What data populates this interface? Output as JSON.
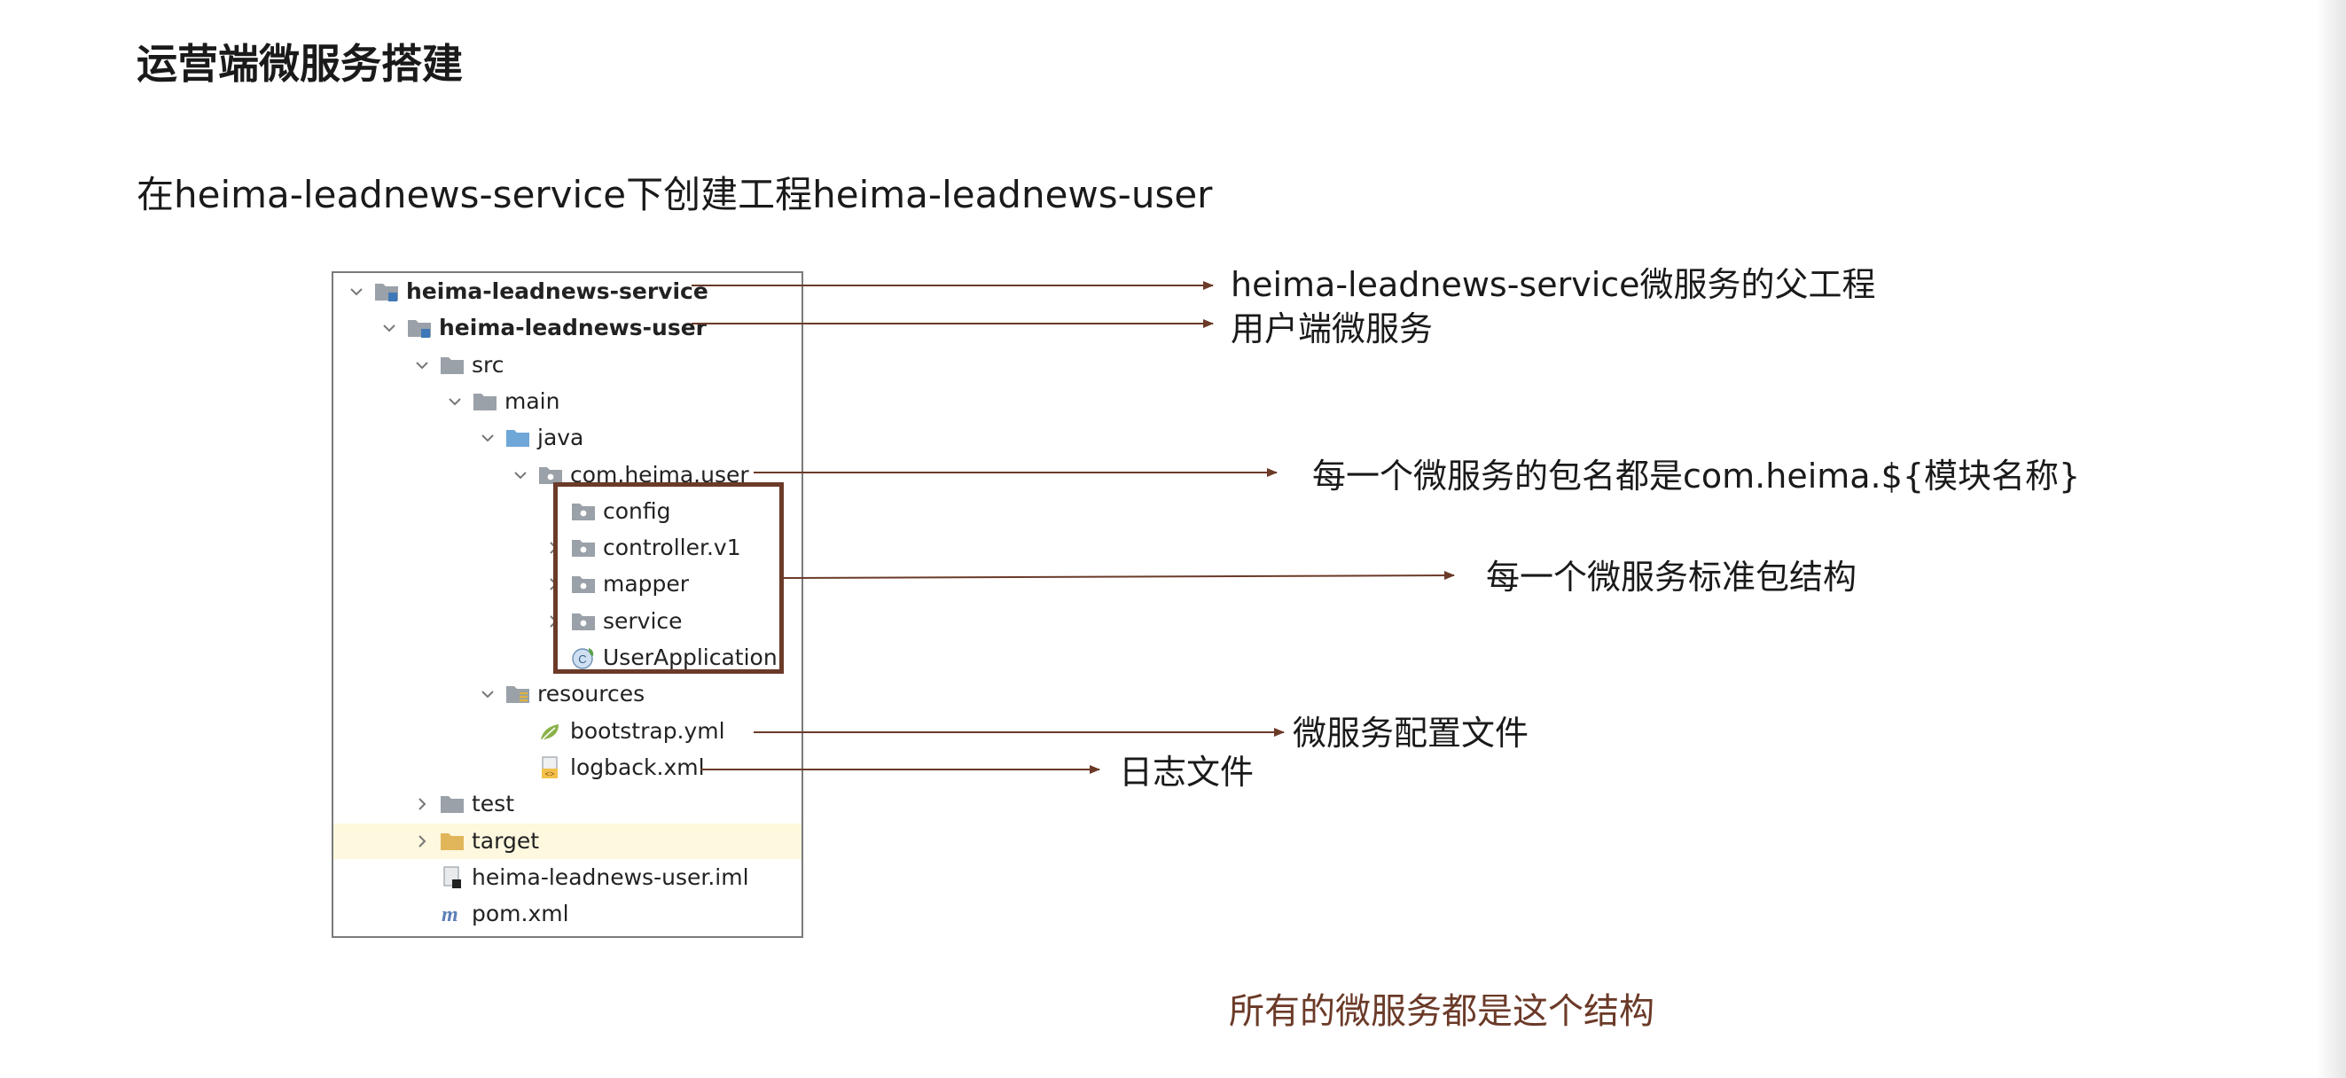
{
  "slide": {
    "title": "运营端微服务搭建",
    "subtitle": "在heima-leadnews-service下创建工程heima-leadnews-user",
    "footer": "所有的微服务都是这个结构"
  },
  "tree": {
    "items": [
      {
        "label": "heima-leadnews-service",
        "icon": "module-folder-icon",
        "expander": "expanded",
        "bold": true
      },
      {
        "label": "heima-leadnews-user",
        "icon": "module-folder-icon",
        "expander": "expanded",
        "bold": true
      },
      {
        "label": "src",
        "icon": "folder-icon",
        "expander": "expanded"
      },
      {
        "label": "main",
        "icon": "folder-icon",
        "expander": "expanded"
      },
      {
        "label": "java",
        "icon": "source-folder-icon",
        "expander": "expanded"
      },
      {
        "label": "com.heima.user",
        "icon": "package-icon",
        "expander": "expanded"
      },
      {
        "label": "config",
        "icon": "package-icon",
        "expander": "none"
      },
      {
        "label": "controller.v1",
        "icon": "package-icon",
        "expander": "collapsed"
      },
      {
        "label": "mapper",
        "icon": "package-icon",
        "expander": "collapsed"
      },
      {
        "label": "service",
        "icon": "package-icon",
        "expander": "collapsed"
      },
      {
        "label": "UserApplication",
        "icon": "spring-class-icon",
        "expander": "none"
      },
      {
        "label": "resources",
        "icon": "resources-folder-icon",
        "expander": "expanded"
      },
      {
        "label": "bootstrap.yml",
        "icon": "yaml-file-icon",
        "expander": "none"
      },
      {
        "label": "logback.xml",
        "icon": "xml-file-icon",
        "expander": "none"
      },
      {
        "label": "test",
        "icon": "folder-icon",
        "expander": "collapsed"
      },
      {
        "label": "target",
        "icon": "excluded-folder-icon",
        "expander": "collapsed",
        "highlighted": true
      },
      {
        "label": "heima-leadnews-user.iml",
        "icon": "iml-file-icon",
        "expander": "none"
      },
      {
        "label": "pom.xml",
        "icon": "maven-icon",
        "expander": "none"
      }
    ]
  },
  "annotations": {
    "parent_project": "heima-leadnews-service微服务的父工程",
    "user_service": "用户端微服务",
    "package_name": "每一个微服务的包名都是com.heima.${模块名称}",
    "package_structure": "每一个微服务标准包结构",
    "config_file": "微服务配置文件",
    "log_file": "日志文件"
  },
  "colors": {
    "arrow": "#6b3a28",
    "box_border": "#6b3a28",
    "footer_text": "#6b3a28",
    "folder": "#9aa1a8",
    "highlight_row": "#fdf8de"
  }
}
